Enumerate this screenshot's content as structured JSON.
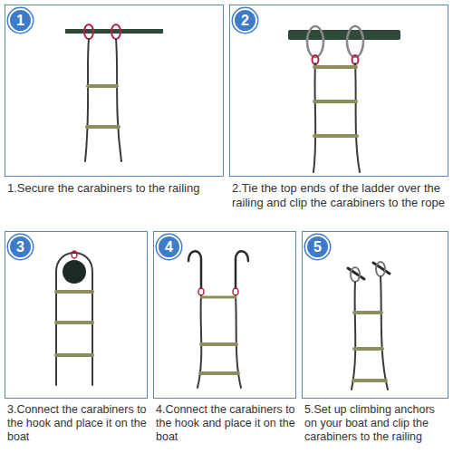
{
  "diagram": {
    "nodes": [
      {
        "text": [
          "1.Secure the carabiners to the railing"
        ]
      },
      {
        "text": [
          "1"
        ],
        "in": 0
      },
      {
        "text": [
          "2.Tie the top ends of the ladder over the railing and clip the carabiners to the rope"
        ]
      },
      {
        "text": [
          "2"
        ],
        "in": 2
      },
      {
        "text": [
          "3.Connect the carabiners to the hook and place it on the boat"
        ]
      },
      {
        "text": [
          "3"
        ],
        "in": 4
      },
      {
        "text": [
          "4.Connect the carabiners to the hook and place it on the boat"
        ]
      },
      {
        "text": [
          "4"
        ],
        "in": 6
      },
      {
        "text": [
          "5.Set up climbing anchors on your boat and clip the carabiners to the railing"
        ]
      },
      {
        "text": [
          "5"
        ],
        "in": 8
      }
    ]
  }
}
